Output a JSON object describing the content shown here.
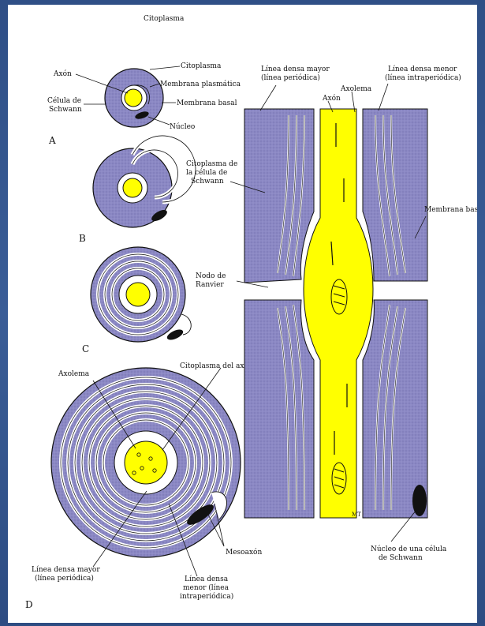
{
  "colors": {
    "background": "#33548c",
    "page": "#ffffff",
    "cytoplasm": "#8b88c4",
    "axon": "#ffff00",
    "membrane": "#ffffff",
    "outline": "#111111"
  },
  "top_label": "Citoplasma",
  "figure_a": {
    "letter": "A",
    "axon": "Axón",
    "cytoplasm": "Citoplasma",
    "plasma_membrane": "Membrana plasmática",
    "schwann_cell": [
      "Célula de",
      "Schwann"
    ],
    "basal_membrane": "Membrana basal",
    "nucleus": "Núcleo"
  },
  "figure_b": {
    "letter": "B"
  },
  "figure_c": {
    "letter": "C"
  },
  "figure_d": {
    "letter": "D",
    "axolemma": "Axolema",
    "axon_cytoplasm": "Citoplasma del axón",
    "major_dense_line": [
      "Línea densa mayor",
      "(línea periódica)"
    ],
    "minor_dense_line": [
      "Línea densa",
      "menor (línea",
      "intraperiódica)"
    ],
    "mesaxon": "Mesoaxón"
  },
  "longitudinal": {
    "major_dense_line": [
      "Línea densa mayor",
      "(línea periódica)"
    ],
    "axon": "Axón",
    "axolemma": "Axolema",
    "minor_dense_line": [
      "Línea densa menor",
      "(línea intraperiódica)"
    ],
    "schwann_cytoplasm": [
      "Citoplasma de",
      "la célula de",
      "Schwann"
    ],
    "basal_membrane": "Membrana basal",
    "ranvier_node": [
      "Nodo de",
      "Ranvier"
    ],
    "schwann_nucleus": [
      "Núcleo de una célula",
      "de Schwann"
    ],
    "signature": "MT"
  }
}
